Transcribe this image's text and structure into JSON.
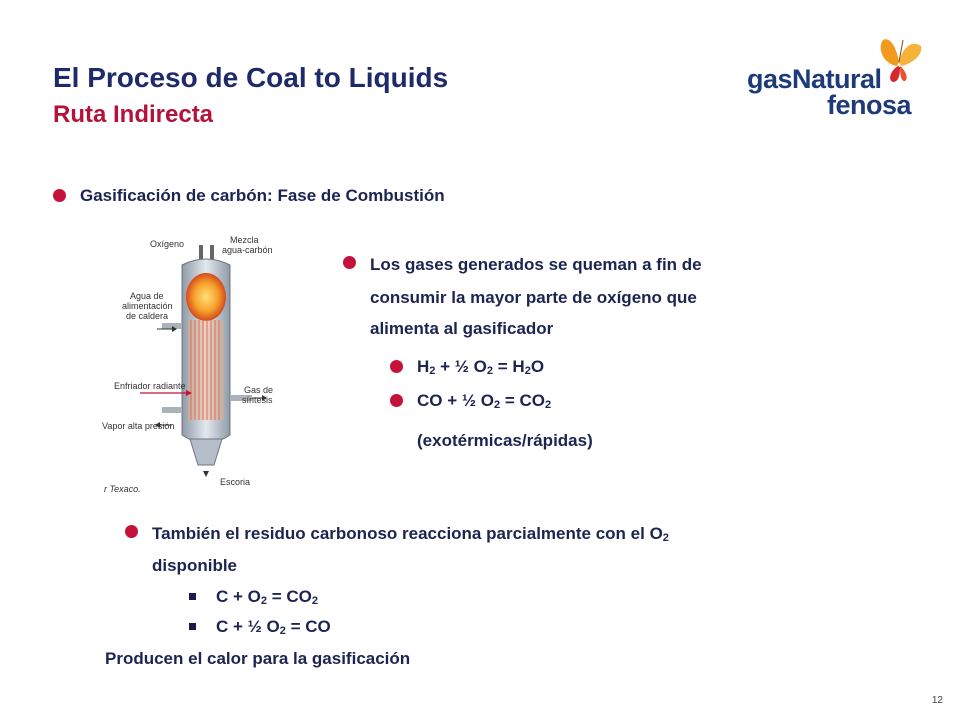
{
  "header": {
    "title": "El Proceso de Coal to Liquids",
    "subtitle": "Ruta Indirecta"
  },
  "logo": {
    "line1": "gasNatural",
    "line2": "fenosa",
    "colors": {
      "text": "#1f3a7a",
      "butterfly_orange": "#f29a1e",
      "butterfly_red": "#d7282f"
    }
  },
  "main": {
    "heading_bullet": "Gasificación de carbón: Fase de Combustión",
    "right_bullet": {
      "line1": "Los gases generados se queman a fin de",
      "line2": "consumir la mayor parte de oxígeno que",
      "line3": "alimenta al gasificador"
    },
    "reaction1": {
      "a": "H",
      "a_sub": "2",
      "b": " + ½ O",
      "b_sub": "2",
      "c": " = H",
      "c_sub": "2",
      "d": "O"
    },
    "reaction2": {
      "a": "CO + ½ O",
      "a_sub": "2",
      "b": " = CO",
      "b_sub": "2"
    },
    "reaction_note": "(exotérmicas/rápidas)",
    "lower_bullet": {
      "line1": "También el residuo carbonoso reacciona parcialmente con el O",
      "line1_sub": "2",
      "line2": "disponible"
    },
    "sub1": {
      "a": "C + O",
      "a_sub": "2",
      "b": " = CO",
      "b_sub": "2"
    },
    "sub2": {
      "a": "C + ½ O",
      "a_sub": "2",
      "b": " = CO"
    },
    "conclusion": "Producen el calor para la gasificación"
  },
  "diagram": {
    "labels": {
      "oxigeno": "Oxígeno",
      "mezcla1": "Mezcla",
      "mezcla2": "agua-carbón",
      "agua1": "Agua de",
      "agua2": "alimentación",
      "agua3": "de caldera",
      "enfriador": "Enfriador radiante",
      "gas1": "Gas de",
      "gas2": "síntesis",
      "vapor": "Vapor alta presión",
      "escoria": "Escoria",
      "credit": "r Texaco."
    }
  },
  "colors": {
    "bullet": "#c4123a",
    "title": "#1f2a6b",
    "subtitle": "#b5123a",
    "text": "#1c2452"
  },
  "page_number": "12"
}
